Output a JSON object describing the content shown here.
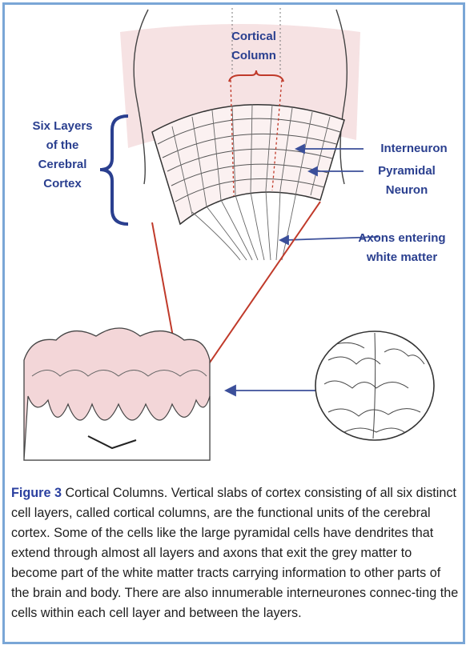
{
  "labels": {
    "cortical_column": "Cortical Column",
    "six_layers": "Six Layers of the Cerebral Cortex",
    "interneuron": "Interneuron",
    "pyramidal_neuron": "Pyramidal Neuron",
    "axons": "Axons entering white matter"
  },
  "caption": {
    "figure_label": "Figure 3",
    "text": " Cortical Columns. Vertical slabs of cortex consisting of all six distinct cell layers, called cortical columns, are the functional units of the cerebral cortex. Some of the cells like the large pyramidal cells have dendrites that extend through almost all layers and axons that exit the grey matter to become part of the white matter tracts carrying information to other parts of the brain and body. There are also innumerable interneurones connec-ting the cells within each cell layer and between the layers."
  },
  "colors": {
    "label_blue": "#2a3f8f",
    "arrow_blue": "#3b4f9a",
    "pink_region": "#f2d6d8",
    "red_line": "#c03a2a",
    "frame_border": "#7aa6d6"
  }
}
